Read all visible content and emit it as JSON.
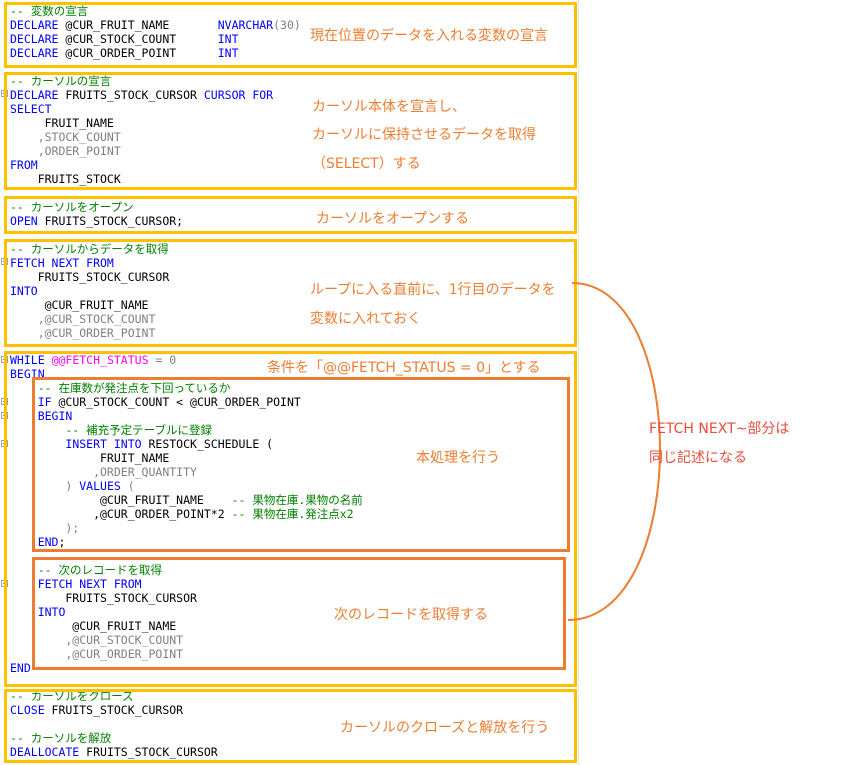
{
  "code": [
    [
      {
        "t": "-- 変数の宣言",
        "c": "cm"
      }
    ],
    [
      {
        "t": "DECLARE",
        "c": "kw"
      },
      {
        "t": " @CUR_FRUIT_NAME       "
      },
      {
        "t": "NVARCHAR",
        "c": "kw"
      },
      {
        "t": "(30)",
        "c": "gr"
      }
    ],
    [
      {
        "t": "DECLARE",
        "c": "kw"
      },
      {
        "t": " @CUR_STOCK_COUNT      "
      },
      {
        "t": "INT",
        "c": "kw"
      }
    ],
    [
      {
        "t": "DECLARE",
        "c": "kw"
      },
      {
        "t": " @CUR_ORDER_POINT      "
      },
      {
        "t": "INT",
        "c": "kw"
      }
    ],
    [
      {
        "t": "-- カーソルの宣言",
        "c": "cm"
      }
    ],
    [
      {
        "t": "DECLARE",
        "c": "kw"
      },
      {
        "t": " FRUITS_STOCK_CURSOR "
      },
      {
        "t": "CURSOR FOR",
        "c": "kw"
      }
    ],
    [
      {
        "t": "SELECT",
        "c": "kw"
      }
    ],
    [
      {
        "t": "     FRUIT_NAME"
      }
    ],
    [
      {
        "t": "    ,STOCK_COUNT",
        "c": "gr"
      }
    ],
    [
      {
        "t": "    ,ORDER_POINT",
        "c": "gr"
      }
    ],
    [
      {
        "t": "FROM",
        "c": "kw"
      }
    ],
    [
      {
        "t": "    FRUITS_STOCK"
      }
    ],
    [
      {
        "t": "-- カーソルをオープン",
        "c": "cm"
      }
    ],
    [
      {
        "t": "OPEN",
        "c": "kw"
      },
      {
        "t": " FRUITS_STOCK_CURSOR;"
      }
    ],
    [
      {
        "t": "-- カーソルからデータを取得",
        "c": "cm"
      }
    ],
    [
      {
        "t": "FETCH NEXT FROM",
        "c": "kw"
      }
    ],
    [
      {
        "t": "    FRUITS_STOCK_CURSOR"
      }
    ],
    [
      {
        "t": "INTO",
        "c": "kw"
      }
    ],
    [
      {
        "t": "     @CUR_FRUIT_NAME"
      }
    ],
    [
      {
        "t": "    ,@CUR_STOCK_COUNT",
        "c": "gr"
      }
    ],
    [
      {
        "t": "    ,@CUR_ORDER_POINT",
        "c": "gr"
      }
    ],
    [
      {
        "t": "WHILE",
        "c": "kw"
      },
      {
        "t": " "
      },
      {
        "t": "@@FETCH_STATUS",
        "c": "sv"
      },
      {
        "t": " = 0",
        "c": "gr"
      }
    ],
    [
      {
        "t": "BEGIN",
        "c": "kw"
      }
    ],
    [
      {
        "t": "    -- 在庫数が発注点を下回っているか",
        "c": "cm"
      }
    ],
    [
      {
        "t": "    "
      },
      {
        "t": "IF",
        "c": "kw"
      },
      {
        "t": " @CUR_STOCK_COUNT < @CUR_ORDER_POINT"
      }
    ],
    [
      {
        "t": "    "
      },
      {
        "t": "BEGIN",
        "c": "kw"
      }
    ],
    [
      {
        "t": "        -- 補充予定テーブルに登録",
        "c": "cm"
      }
    ],
    [
      {
        "t": "        "
      },
      {
        "t": "INSERT INTO",
        "c": "kw"
      },
      {
        "t": " RESTOCK_SCHEDULE ("
      }
    ],
    [
      {
        "t": "             FRUIT_NAME"
      }
    ],
    [
      {
        "t": "            ,ORDER_QUANTITY",
        "c": "gr"
      }
    ],
    [
      {
        "t": "        ) ",
        "c": "gr"
      },
      {
        "t": "VALUES",
        "c": "kw"
      },
      {
        "t": " (",
        "c": "gr"
      }
    ],
    [
      {
        "t": "             @CUR_FRUIT_NAME    "
      },
      {
        "t": "-- 果物在庫.果物の名前",
        "c": "cm"
      }
    ],
    [
      {
        "t": "            ,@CUR_ORDER_POINT*2 "
      },
      {
        "t": "-- 果物在庫.発注点x2",
        "c": "cm"
      }
    ],
    [
      {
        "t": "        );",
        "c": "gr"
      }
    ],
    [
      {
        "t": "    "
      },
      {
        "t": "END",
        "c": "kw"
      },
      {
        "t": ";"
      }
    ],
    [
      {
        "t": "    -- 次のレコードを取得",
        "c": "cm"
      }
    ],
    [
      {
        "t": "    "
      },
      {
        "t": "FETCH NEXT FROM",
        "c": "kw"
      }
    ],
    [
      {
        "t": "        FRUITS_STOCK_CURSOR"
      }
    ],
    [
      {
        "t": "    "
      },
      {
        "t": "INTO",
        "c": "kw"
      }
    ],
    [
      {
        "t": "         @CUR_FRUIT_NAME"
      }
    ],
    [
      {
        "t": "        ,@CUR_STOCK_COUNT",
        "c": "gr"
      }
    ],
    [
      {
        "t": "        ,@CUR_ORDER_POINT",
        "c": "gr"
      }
    ],
    [
      {
        "t": "END",
        "c": "kw"
      }
    ],
    [
      {
        "t": "-- カーソルをクローズ",
        "c": "cm"
      }
    ],
    [
      {
        "t": "CLOSE",
        "c": "kw"
      },
      {
        "t": " FRUITS_STOCK_CURSOR"
      }
    ],
    [
      {
        "t": ""
      }
    ],
    [
      {
        "t": "-- カーソルを解放",
        "c": "cm"
      }
    ],
    [
      {
        "t": "DEALLOCATE",
        "c": "kw"
      },
      {
        "t": " FRUITS_STOCK_CURSOR"
      }
    ]
  ],
  "annotations": {
    "declare_vars": "現在位置のデータを入れる変数の宣言",
    "cursor_decl_1": "カーソル本体を宣言し、",
    "cursor_decl_2": "カーソルに保持させるデータを取得",
    "cursor_decl_3": "（SELECT）する",
    "open": "カーソルをオープンする",
    "prefetch_1": "ループに入る直前に、1行目のデータを",
    "prefetch_2": "変数に入れておく",
    "while_cond": "条件を「@@FETCH_STATUS = 0」とする",
    "main": "本処理を行う",
    "next_fetch": "次のレコードを取得する",
    "same_1": "FETCH NEXT~部分は",
    "same_2": "同じ記述になる",
    "close": "カーソルのクローズと解放を行う"
  },
  "colors": {
    "keyword": "#0000ff",
    "comment": "#008000",
    "system_variable": "#ff00ff",
    "operator": "#808080",
    "yellow_box": "#ffc000",
    "orange_box": "#ed7d31",
    "annotation_text": "#ed7d31",
    "red_text": "#e74c3c"
  }
}
